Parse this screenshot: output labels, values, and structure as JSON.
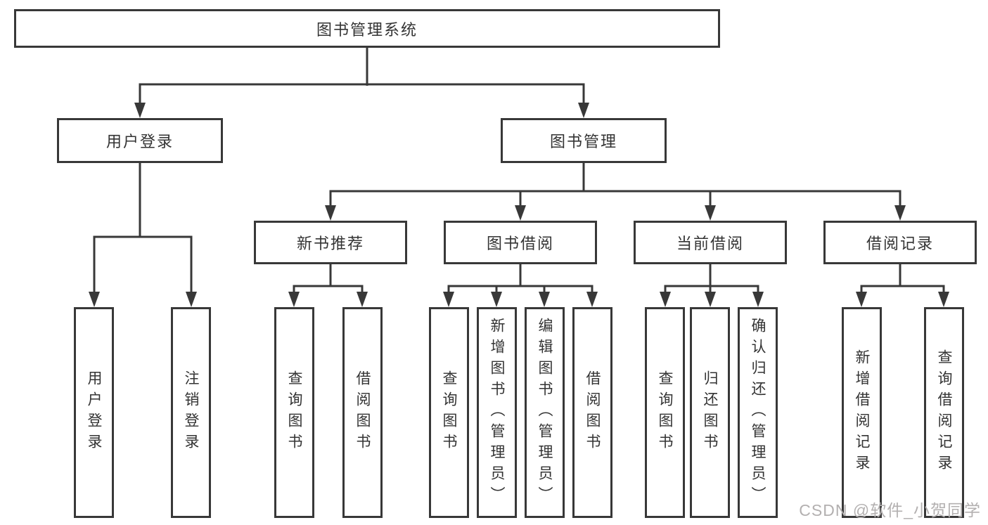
{
  "nodes": {
    "root": "图书管理系统",
    "login": "用户登录",
    "manage": "图书管理",
    "recommend": "新书推荐",
    "borrow": "图书借阅",
    "current": "当前借阅",
    "records": "借阅记录",
    "login_children": [
      "用户登录",
      "注销登录"
    ],
    "recommend_children": [
      "查询图书",
      "借阅图书"
    ],
    "borrow_children": [
      "查询图书",
      "新增图书（管理员）",
      "编辑图书（管理员）",
      "借阅图书"
    ],
    "current_children": [
      "查询图书",
      "归还图书",
      "确认归还（管理员）"
    ],
    "records_children": [
      "新增借阅记录",
      "查询借阅记录"
    ]
  },
  "watermark": "CSDN @软件_小贺同学",
  "colors": {
    "line": "#383838",
    "box_border": "#383838",
    "text": "#333333",
    "watermark": "#b3b0b0",
    "background": "#ffffff"
  }
}
